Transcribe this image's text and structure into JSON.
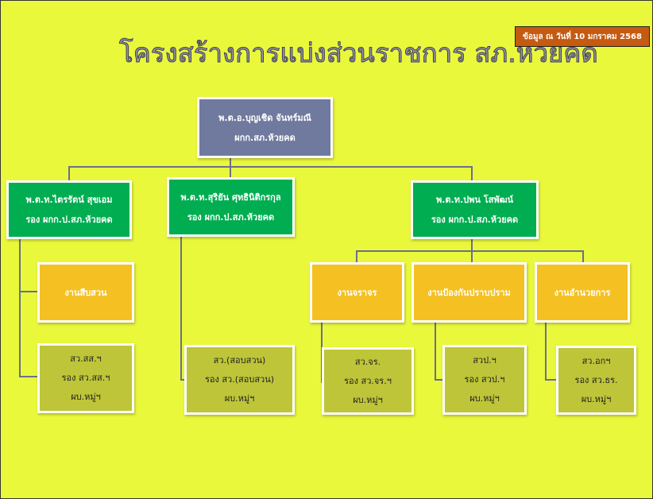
{
  "title": "โครงสร้างการแบ่งส่วนราชการ  สภ.ห้วยคด",
  "date_badge": "ข้อมูล ณ วันที่ 10 มกราคม 2568",
  "colors": {
    "background": "#EAF83C",
    "chief": "#707A9E",
    "deputy": "#00AD50",
    "unit": "#F5C022",
    "staff": "#BEC538",
    "badge": "#C55A11"
  },
  "chief": {
    "name": "พ.ต.อ.บุญเชิด จันทร์มณี",
    "position": "ผกก.สภ.ห้วยคด"
  },
  "deputies": [
    {
      "name": "พ.ต.ท.ไตรรัตน์  สุขเอม",
      "position": "รอง ผกก.ป.สภ.ห้วยคด"
    },
    {
      "name": "พ.ต.ท.สุริยัน  ศุทธินิติกรกุล",
      "position": "รอง ผกก.ป.สภ.ห้วยคด"
    },
    {
      "name": "พ.ต.ท.ปพน  โสพัฒน์",
      "position": "รอง ผกก.ป.สภ.ห้วยคด"
    }
  ],
  "units": [
    "งานสืบสวน",
    "งานจราจร",
    "งานป้องกันปราบปราม",
    "งานอำนวยการ"
  ],
  "staff": [
    [
      "สว.สส.ฯ",
      "รอง สว.สส.ฯ",
      "ผบ.หมู่ฯ"
    ],
    [
      "สว.(สอบสวน)",
      "รอง สว.(สอบสวน)",
      "ผบ.หมู่ฯ"
    ],
    [
      "สว.จร.",
      "รอง สว.จร.ฯ",
      "ผบ.หมู่ฯ"
    ],
    [
      "สวป.ฯ",
      "รอง สวป.ฯ",
      "ผบ.หมู่ฯ"
    ],
    [
      "สว.อกฯ",
      "รอง สว.ธร.",
      "ผบ.หมู่ฯ"
    ]
  ]
}
